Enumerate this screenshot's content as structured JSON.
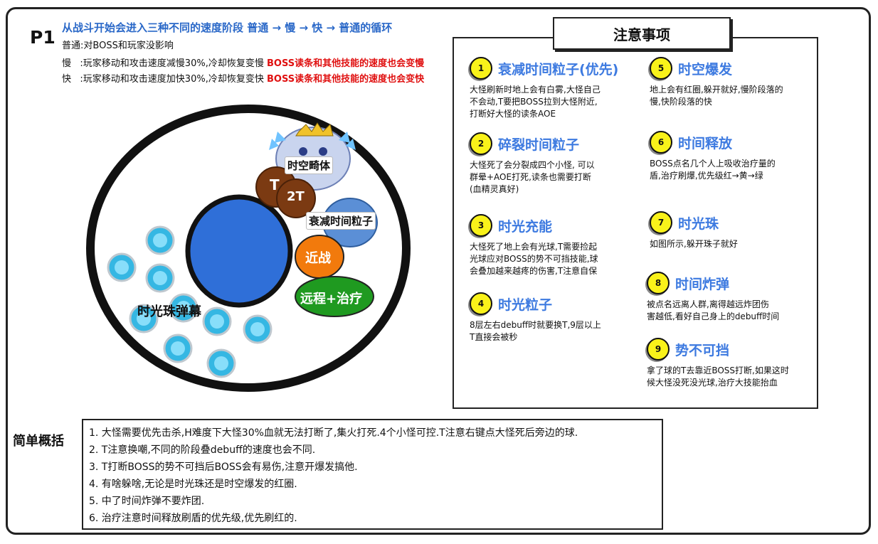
{
  "header": {
    "phase": "P1",
    "headline": "从战斗开始会进入三种不同的速度阶段  普通 → 慢 → 快 → 普通的循环",
    "lines": [
      {
        "key": "普通",
        "text": ":对BOSS和玩家没影响",
        "red": ""
      },
      {
        "key": "慢",
        "text": ":玩家移动和攻击速度减慢30%,冷却恢复变慢",
        "red": "BOSS读条和其他技能的速度也会变慢"
      },
      {
        "key": "快",
        "text": ":玩家移动和攻击速度加快30%,冷却恢复变快",
        "red": "BOSS读条和其他技能的速度也会变快"
      }
    ]
  },
  "arena": {
    "boss_label": "时空畸体",
    "tank_t": "T",
    "tank_2t": "2T",
    "particle_label": "衰减时间粒子",
    "melee_label": "近战",
    "ranged_label": "远程+治疗",
    "orb_label": "时光珠弹幕",
    "colors": {
      "boss_circle": "#2f6fd8",
      "tank": "#7b3a12",
      "melee": "#f27a0c",
      "ranged": "#1f9a20",
      "orb": "#35b7e3"
    }
  },
  "notes": {
    "title": "注意事项",
    "items": [
      {
        "num": "1",
        "title": "衰减时间粒子(优先)",
        "desc": [
          "大怪刷新时地上会有白雾,大怪自己",
          "不会动,T要把BOSS拉到大怪附近,",
          "打断好大怪的读条AOE"
        ]
      },
      {
        "num": "2",
        "title": "碎裂时间粒子",
        "desc": [
          "大怪死了会分裂成四个小怪, 可以",
          "群晕+AOE打死,读条也需要打断",
          "(血精灵真好)"
        ]
      },
      {
        "num": "3",
        "title": "时光充能",
        "desc": [
          "大怪死了地上会有光球,T需要捡起",
          "光球应对BOSS的势不可挡技能,球",
          "会叠加越来越疼的伤害,T注意自保"
        ]
      },
      {
        "num": "4",
        "title": "时光粒子",
        "desc": [
          "8层左右debuff时就要换T,9层以上",
          "T直接会被秒"
        ]
      },
      {
        "num": "5",
        "title": "时空爆发",
        "desc": [
          "地上会有红圈,躲开就好,慢阶段落的",
          "慢,快阶段落的快"
        ]
      },
      {
        "num": "6",
        "title": "时间释放",
        "desc": [
          "BOSS点名几个人上吸收治疗量的",
          "盾,治疗刷爆,优先级红→黄→绿"
        ]
      },
      {
        "num": "7",
        "title": "时光珠",
        "desc": [
          "如图所示,躲开珠子就好"
        ]
      },
      {
        "num": "8",
        "title": "时间炸弹",
        "desc": [
          "被点名远离人群,离得越远炸团伤",
          "害越低,看好自己身上的debuff时间"
        ]
      },
      {
        "num": "9",
        "title": "势不可挡",
        "desc": [
          "拿了球的T去靠近BOSS打断,如果这时",
          "候大怪没死没光球,治疗大技能抬血"
        ]
      }
    ]
  },
  "summary": {
    "label": "简单概括",
    "lines": [
      "1. 大怪需要优先击杀,H难度下大怪30%血就无法打断了,集火打死.4个小怪可控.T注意右键点大怪死后旁边的球.",
      "2. T注意换嘲,不同的阶段叠debuff的速度也会不同.",
      "3. T打断BOSS的势不可挡后BOSS会有易伤,注意开爆发搞他.",
      "4. 有啥躲啥,无论是时光珠还是时空爆发的红圈.",
      "5. 中了时间炸弹不要炸团.",
      "6. 治疗注意时间释放刷盾的优先级,优先刷红的."
    ]
  }
}
